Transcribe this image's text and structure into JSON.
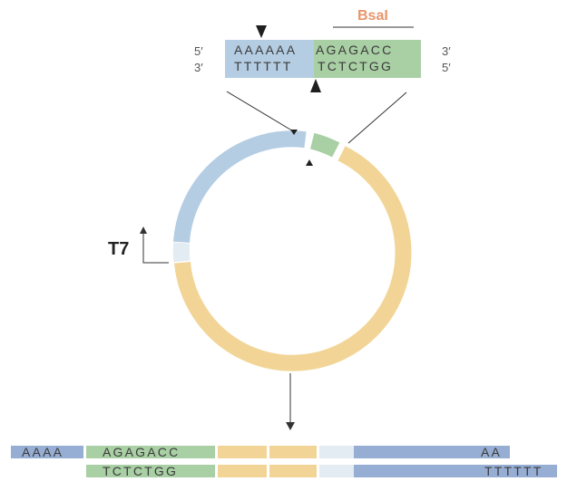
{
  "colors": {
    "blue": "#b4cde3",
    "green": "#a9cfa4",
    "yellow": "#f2d596",
    "white_segment": "#e3ecf2",
    "dark_blue": "#97aed4",
    "enzyme_label": "#e8956a",
    "line": "#333333"
  },
  "top_site": {
    "enzyme": "BsaI",
    "strand_top_5": "5′",
    "strand_top_3": "3′",
    "strand_bottom_3": "3′",
    "strand_bottom_5": "5′",
    "top_blue_seq": "AAAAAA",
    "top_green_seq": "AGAGACC",
    "bottom_blue_seq": "TTTTTT",
    "bottom_green_seq": "TCTCTGG"
  },
  "promoter": {
    "label": "T7"
  },
  "product": {
    "top_blue_seq": "AAAA",
    "top_green_seq": "AGAGACC",
    "top_end_seq": "AA",
    "bottom_green_seq": "TCTCTGG",
    "bottom_end_seq": "TTTTTT"
  }
}
